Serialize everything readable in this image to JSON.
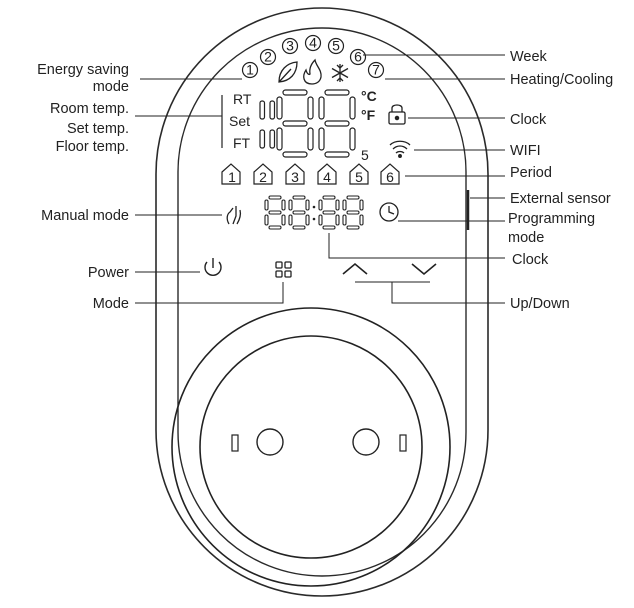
{
  "left_labels": {
    "energy_saving": [
      "Energy saving",
      "mode"
    ],
    "room_temp": "Room temp.",
    "set_temp": "Set temp.",
    "floor_temp": "Floor temp.",
    "manual_mode": "Manual mode",
    "power": "Power",
    "mode": "Mode"
  },
  "right_labels": {
    "week": "Week",
    "heating_cooling": "Heating/Cooling",
    "clock": "Clock",
    "wifi": "WIFI",
    "period": "Period",
    "external_sensor": "External sensor",
    "programming_mode": [
      "Programming",
      "mode"
    ],
    "clock_bottom": "Clock",
    "up_down": "Up/Down"
  },
  "display": {
    "rt": "RT",
    "set": "Set",
    "ft": "FT",
    "unit_c": "°C",
    "unit_f": "°F",
    "digit_5": "5",
    "week_days": [
      "1",
      "2",
      "3",
      "4",
      "5",
      "6",
      "7"
    ],
    "periods": [
      "1",
      "2",
      "3",
      "4",
      "5",
      "6"
    ]
  },
  "icons": [
    "leaf-icon",
    "flame-icon",
    "snowflake-icon",
    "lock-icon",
    "wifi-icon",
    "hand-icon",
    "clock-icon",
    "power-icon",
    "mode-grid-icon",
    "chevron-up-icon",
    "chevron-down-icon"
  ]
}
